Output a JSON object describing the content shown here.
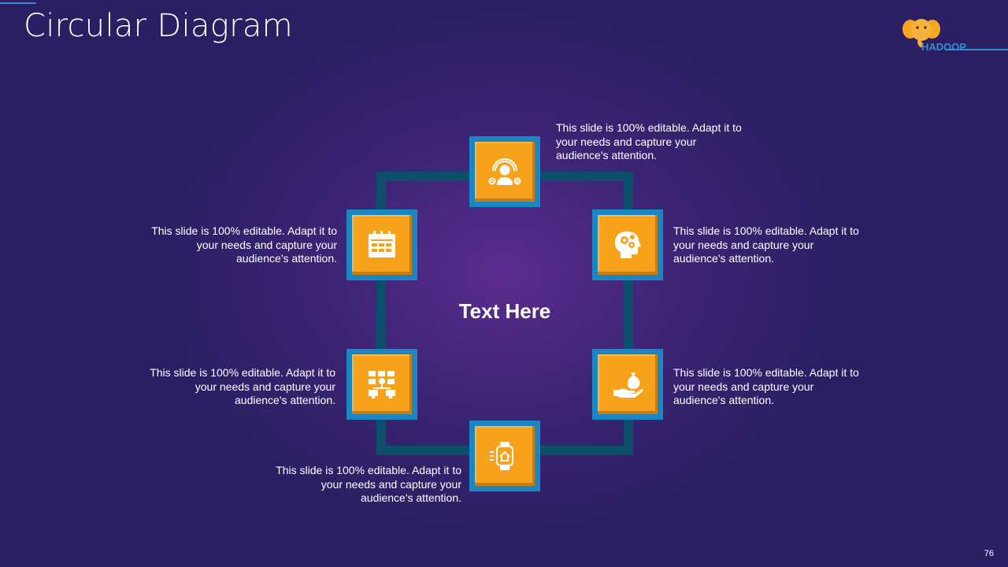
{
  "slide": {
    "title": "Circular Diagram",
    "page_number": "76",
    "center_label": "Text Here"
  },
  "logo": {
    "text": "HADOOP",
    "icon": "elephant-logo-icon"
  },
  "nodes": [
    {
      "icon": "operator-headset-icon",
      "text": "This slide is 100% editable. Adapt it to your needs and capture your audience's attention."
    },
    {
      "icon": "gear-head-icon",
      "text": "This slide is 100% editable. Adapt it to your needs and capture your audience's attention."
    },
    {
      "icon": "hand-money-bag-icon",
      "text": "This slide is 100% editable. Adapt it to your needs and capture your audience's attention."
    },
    {
      "icon": "smartwatch-home-icon",
      "text": "This slide is 100% editable. Adapt it to your needs and capture your audience's attention."
    },
    {
      "icon": "network-computers-icon",
      "text": "This slide is 100% editable. Adapt it to your needs and capture your audience's attention."
    },
    {
      "icon": "calendar-icon",
      "text": "This slide is 100% editable. Adapt it to your needs and capture your audience's attention."
    }
  ],
  "colors": {
    "background": "#2b1f63",
    "background_glow": "#5c2c8f",
    "frame": "#0c4f6a",
    "node_border": "#1a86c2",
    "node_fill": "#f7a21b",
    "accent_blue": "#2f8fd0",
    "text": "#ffffff"
  }
}
